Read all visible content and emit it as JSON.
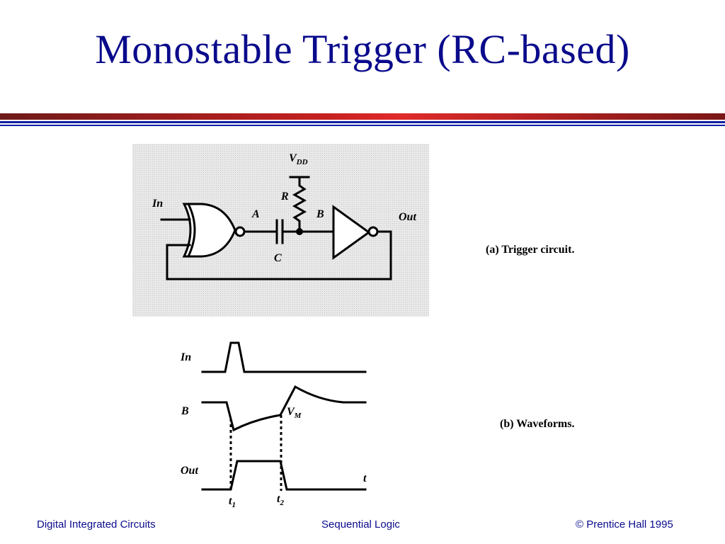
{
  "slide": {
    "title": "Monostable Trigger (RC-based)"
  },
  "circuit": {
    "caption": "(a) Trigger circuit.",
    "labels": {
      "vdd_main": "V",
      "vdd_sub": "DD",
      "resistor": "R",
      "capacitor": "C",
      "node_a": "A",
      "node_b": "B",
      "input": "In",
      "output": "Out"
    }
  },
  "waveforms": {
    "caption": "(b) Waveforms.",
    "labels": {
      "in": "In",
      "b": "B",
      "out": "Out",
      "vm_main": "V",
      "vm_sub": "M",
      "t": "t",
      "t1_main": "t",
      "t1_sub": "1",
      "t2_main": "t",
      "t2_sub": "2"
    }
  },
  "footer": {
    "left": "Digital Integrated Circuits",
    "center": "Sequential Logic",
    "right": "© Prentice Hall 1995"
  },
  "colors": {
    "title": "#0a0a8c",
    "rule_red": "#c62020",
    "rule_blue": "#1020a0",
    "footer": "#0a0a8c"
  }
}
